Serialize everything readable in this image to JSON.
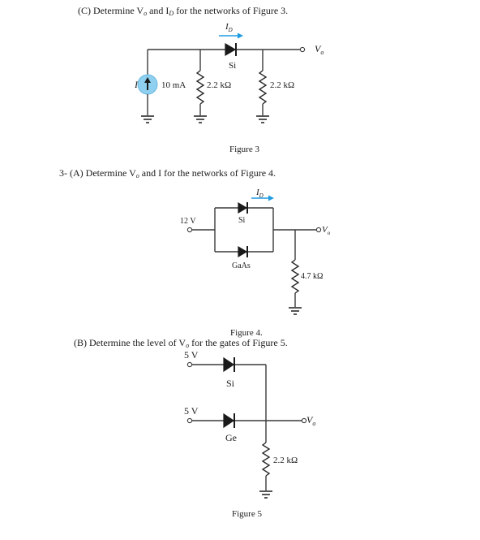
{
  "part_c": {
    "heading": "(C) Determine V",
    "heading_sub1": "o",
    "heading_mid": " and I",
    "heading_sub2": "D",
    "heading_tail": " for the networks of Figure 3."
  },
  "figure3": {
    "current_label": "I",
    "current_label_sub": "D",
    "diode_label": "Si",
    "source_label": "I",
    "source_value": "10 mA",
    "r1": "2.2 kΩ",
    "r2": "2.2 kΩ",
    "output": "V",
    "output_sub": "o",
    "caption": "Figure 3"
  },
  "q3": {
    "heading": "3-  (A) Determine V",
    "heading_sub": "o",
    "heading_tail": " and I for the networks of Figure 4."
  },
  "figure4": {
    "current_label": "I",
    "current_label_sub": "D",
    "diode_top": "Si",
    "diode_bottom": "GaAs",
    "input": "12 V",
    "output": "V",
    "output_sub": "o",
    "resistor": "4.7 kΩ",
    "caption": "Figure 4."
  },
  "part_b": {
    "heading": "(B) Determine the level of V",
    "heading_sub": "o",
    "heading_tail": " for the gates of Figure 5."
  },
  "figure5": {
    "input1": "5 V",
    "input2": "5 V",
    "diode_top": "Si",
    "diode_bottom": "Ge",
    "output": "V",
    "output_sub": "o",
    "resistor": "2.2 kΩ",
    "caption": "Figure 5"
  }
}
